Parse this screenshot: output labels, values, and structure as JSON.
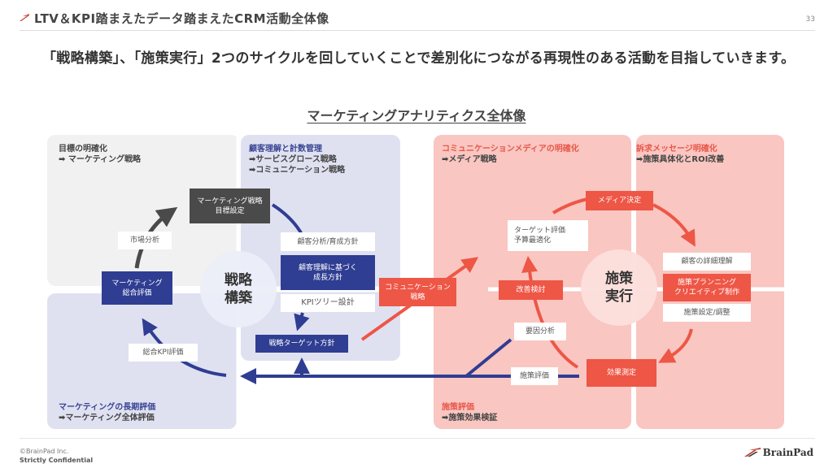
{
  "header": {
    "title": "LTV＆KPI踏まえたデータ踏まえたCRM活動全体像",
    "page_number": "33"
  },
  "lead": "「戦略構築」、「施策実行」2つのサイクルを回していくことで差別化につながる再現性のある活動を目指していきます。",
  "diagram": {
    "title": "マーケティングアナリティクス全体像",
    "panels": {
      "goal": {
        "heading": "目標の明確化",
        "sub": "➡ マーケティング戦略"
      },
      "customer": {
        "heading": "顧客理解と計数管理",
        "sub1": "➡サービスグロース戦略",
        "sub2": "➡コミュニケーション戦略"
      },
      "longterm": {
        "heading": "マーケティングの長期評価",
        "sub": "➡マーケティング全体評価"
      },
      "media": {
        "heading": "コミュニケーションメディアの明確化",
        "sub": "➡メディア戦略"
      },
      "message": {
        "heading": "訴求メッセージ明確化",
        "sub": "➡施策具体化とROI改善"
      },
      "evaluation": {
        "heading": "施策評価",
        "sub": "➡施策効果検証"
      }
    },
    "cycles": {
      "strategy": "戦略\n構築",
      "execution": "施策\n実行"
    },
    "boxes": {
      "marketing_goal": "マーケティング戦略\n目標設定",
      "market_analysis": "市場分析",
      "marketing_overall_eval": "マーケティング\n総合評価",
      "overall_kpi_eval": "総合KPI評価",
      "customer_analysis": "顧客分析/育成方針",
      "growth_policy": "顧客理解に基づく\n成長方針",
      "kpi_tree": "KPIツリー設計",
      "strategic_target": "戦略ターゲット方針",
      "communication_strategy": "コミュニケーション\n戦略",
      "target_eval": "ターゲット評価\n予算最適化",
      "media_decision": "メディア決定",
      "improvement": "改善検討",
      "customer_detail": "顧客の詳細理解",
      "planning_creative": "施策プランニング\nクリエイティブ制作",
      "setup_adjust": "施策設定/調整",
      "factor_analysis": "要因分析",
      "measure_eval": "施策評価",
      "effect_measure": "効果測定"
    },
    "colors": {
      "navy": "#2f3d92",
      "red": "#ee5646",
      "dark_gray": "#4a4a4a",
      "blue_panel": "#dfe1f1",
      "red_panel": "#f9c6c1",
      "gray_panel": "#f1f1f1"
    }
  },
  "footer": {
    "copyright": "©BrainPad Inc.",
    "confidentiality": "Strictly Confidential",
    "logo_text": "BrainPad"
  }
}
